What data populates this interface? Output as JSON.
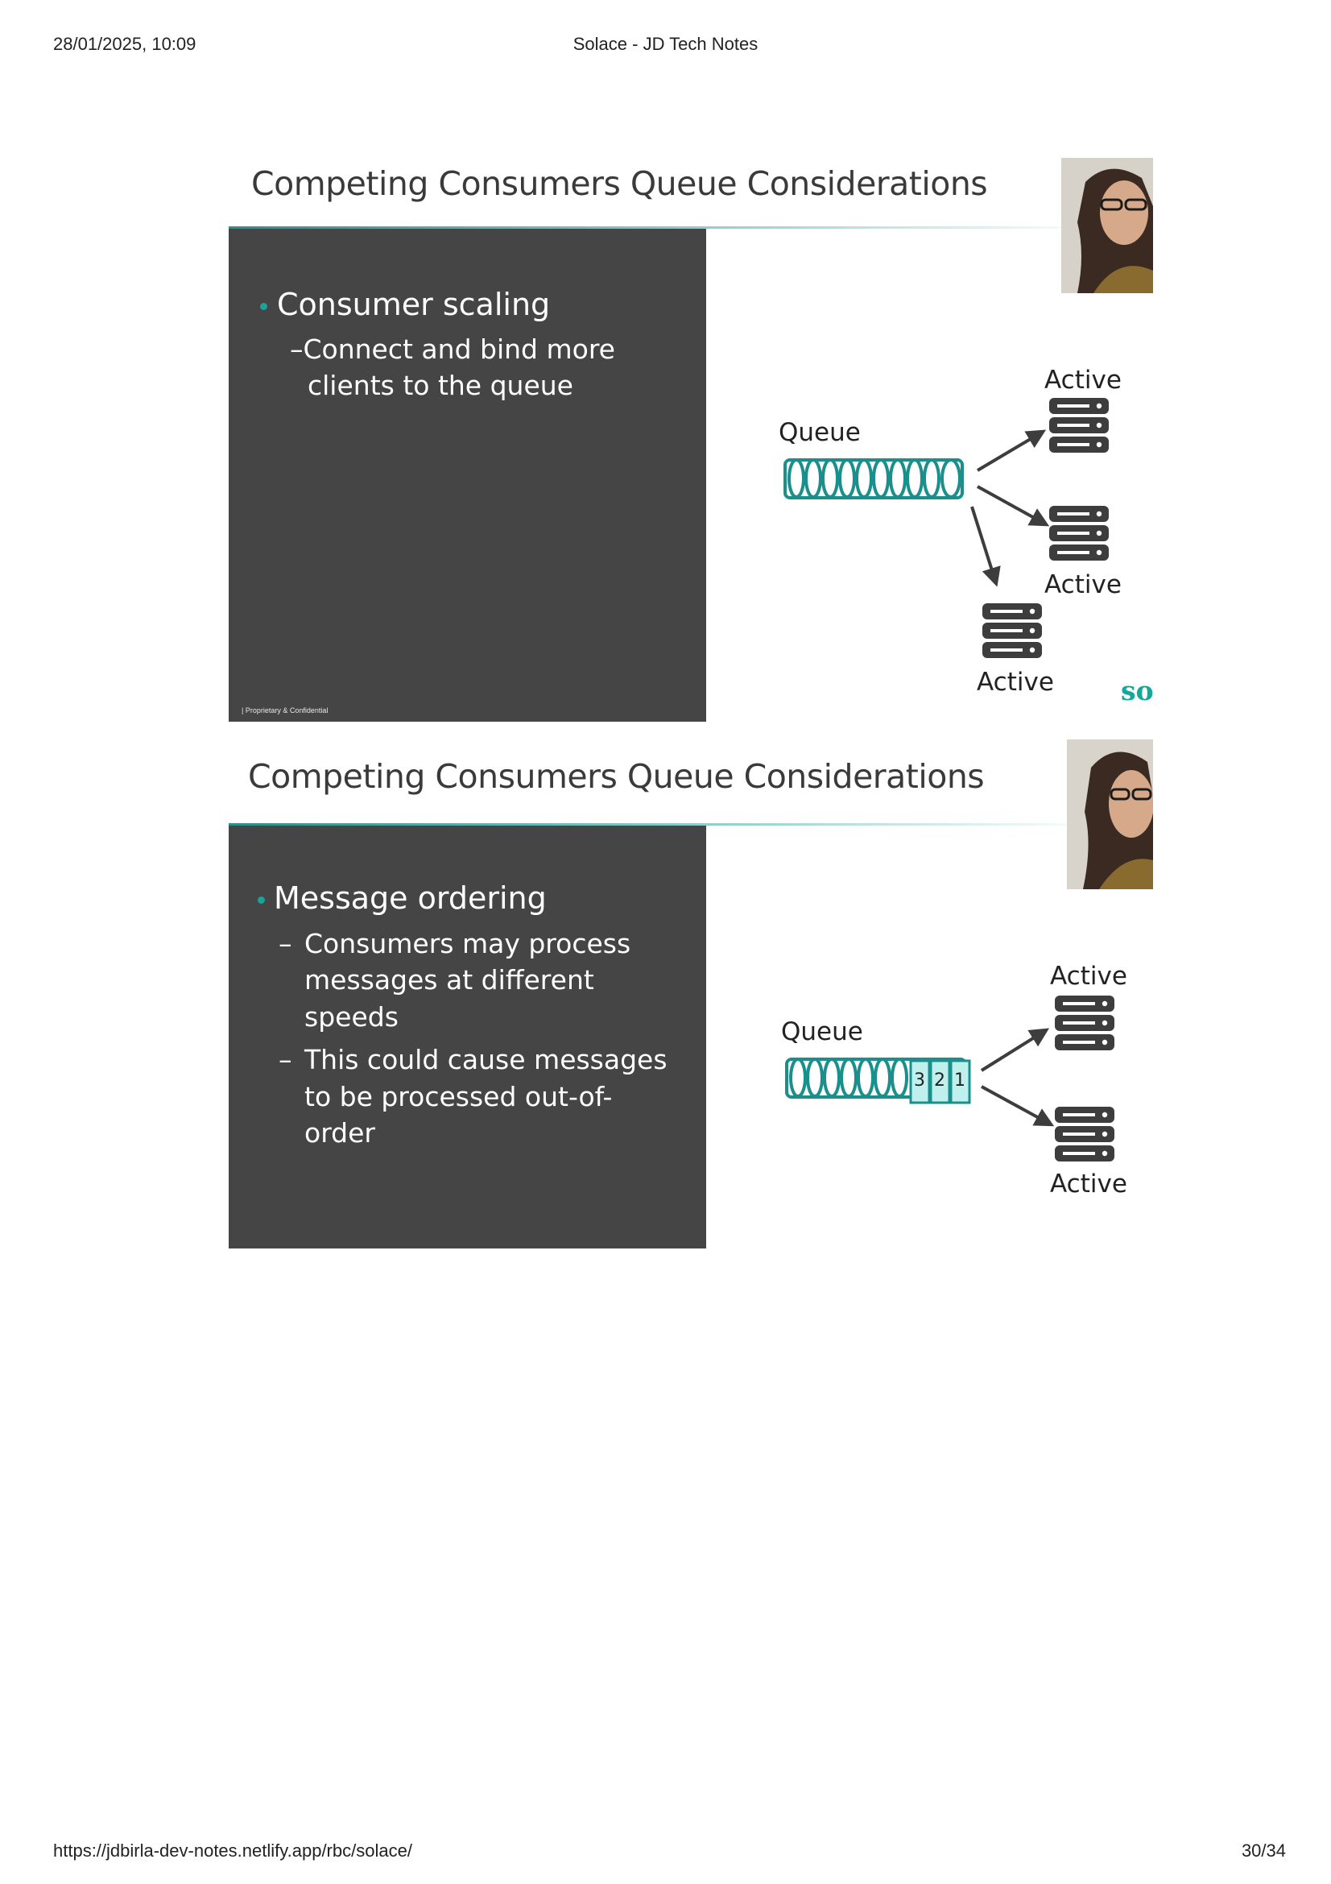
{
  "print_header": {
    "datetime": "28/01/2025, 10:09",
    "title": "Solace - JD Tech Notes"
  },
  "print_footer": {
    "url": "https://jdbirla-dev-notes.netlify.app/rbc/solace/",
    "page": "30/34"
  },
  "slides": [
    {
      "title": "Competing Consumers Queue Considerations",
      "bullet": "Consumer scaling",
      "sub_bullets": [
        "–Connect and bind more",
        "clients to the queue"
      ],
      "footer_note": "| Proprietary & Confidential",
      "logo_text": "sol",
      "diagram": {
        "queue_label": "Queue",
        "consumer_labels": [
          "Active",
          "Active",
          "Active"
        ]
      }
    },
    {
      "title": "Competing Consumers Queue Considerations",
      "bullet": "Message ordering",
      "sub_bullets": [
        {
          "dash": "–",
          "lines": [
            "Consumers may process",
            "messages at different",
            "speeds"
          ]
        },
        {
          "dash": "–",
          "lines": [
            "This could cause messages",
            "to be processed out-of-",
            "order"
          ]
        }
      ],
      "diagram": {
        "queue_label": "Queue",
        "message_numbers": [
          "3",
          "2",
          "1"
        ],
        "consumer_labels": [
          "Active",
          "Active"
        ]
      }
    }
  ],
  "colors": {
    "panel": "#454545",
    "accent": "#19a39a",
    "queue_stroke": "#1b8f8c",
    "server": "#3d3d3d"
  }
}
